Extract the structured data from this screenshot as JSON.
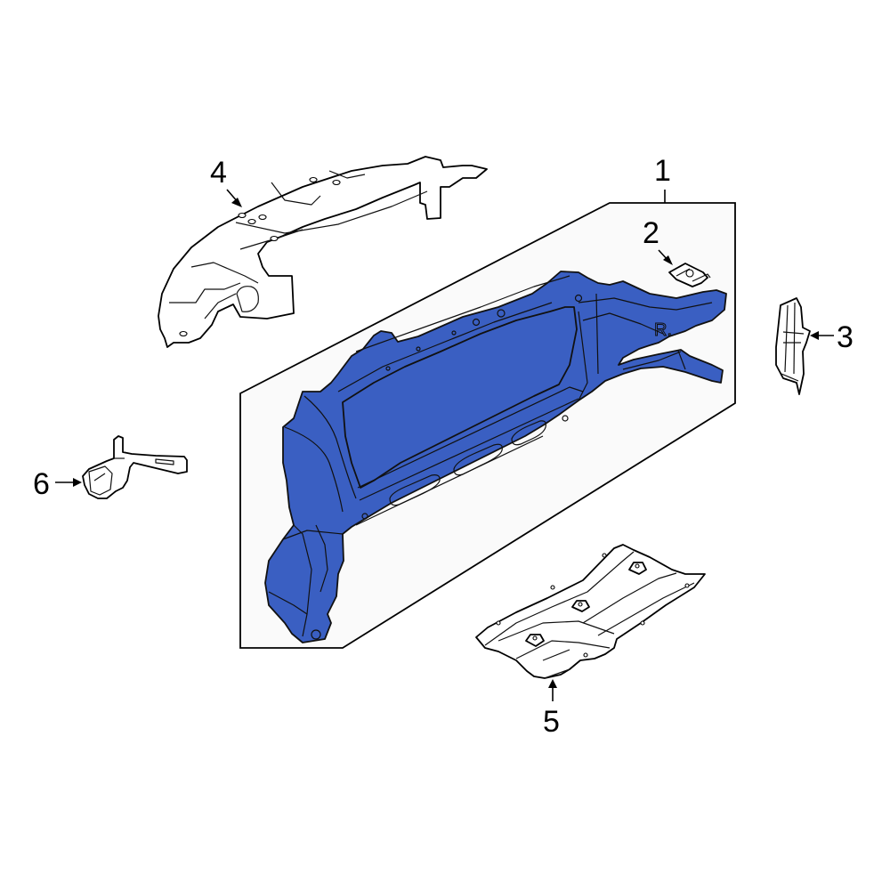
{
  "diagram": {
    "type": "exploded-parts-diagram",
    "highlight_color": "#3A5FC2",
    "panel_fill": "#FAFAFA",
    "callouts": [
      {
        "number": "1",
        "part": "radiator-support-assembly",
        "highlighted": true
      },
      {
        "number": "2",
        "part": "clip-nut"
      },
      {
        "number": "3",
        "part": "side-bracket"
      },
      {
        "number": "4",
        "part": "upper-tie-bar-cover"
      },
      {
        "number": "5",
        "part": "lower-splash-shield"
      },
      {
        "number": "6",
        "part": "latch-bracket"
      }
    ],
    "embossed_marking": "R."
  }
}
